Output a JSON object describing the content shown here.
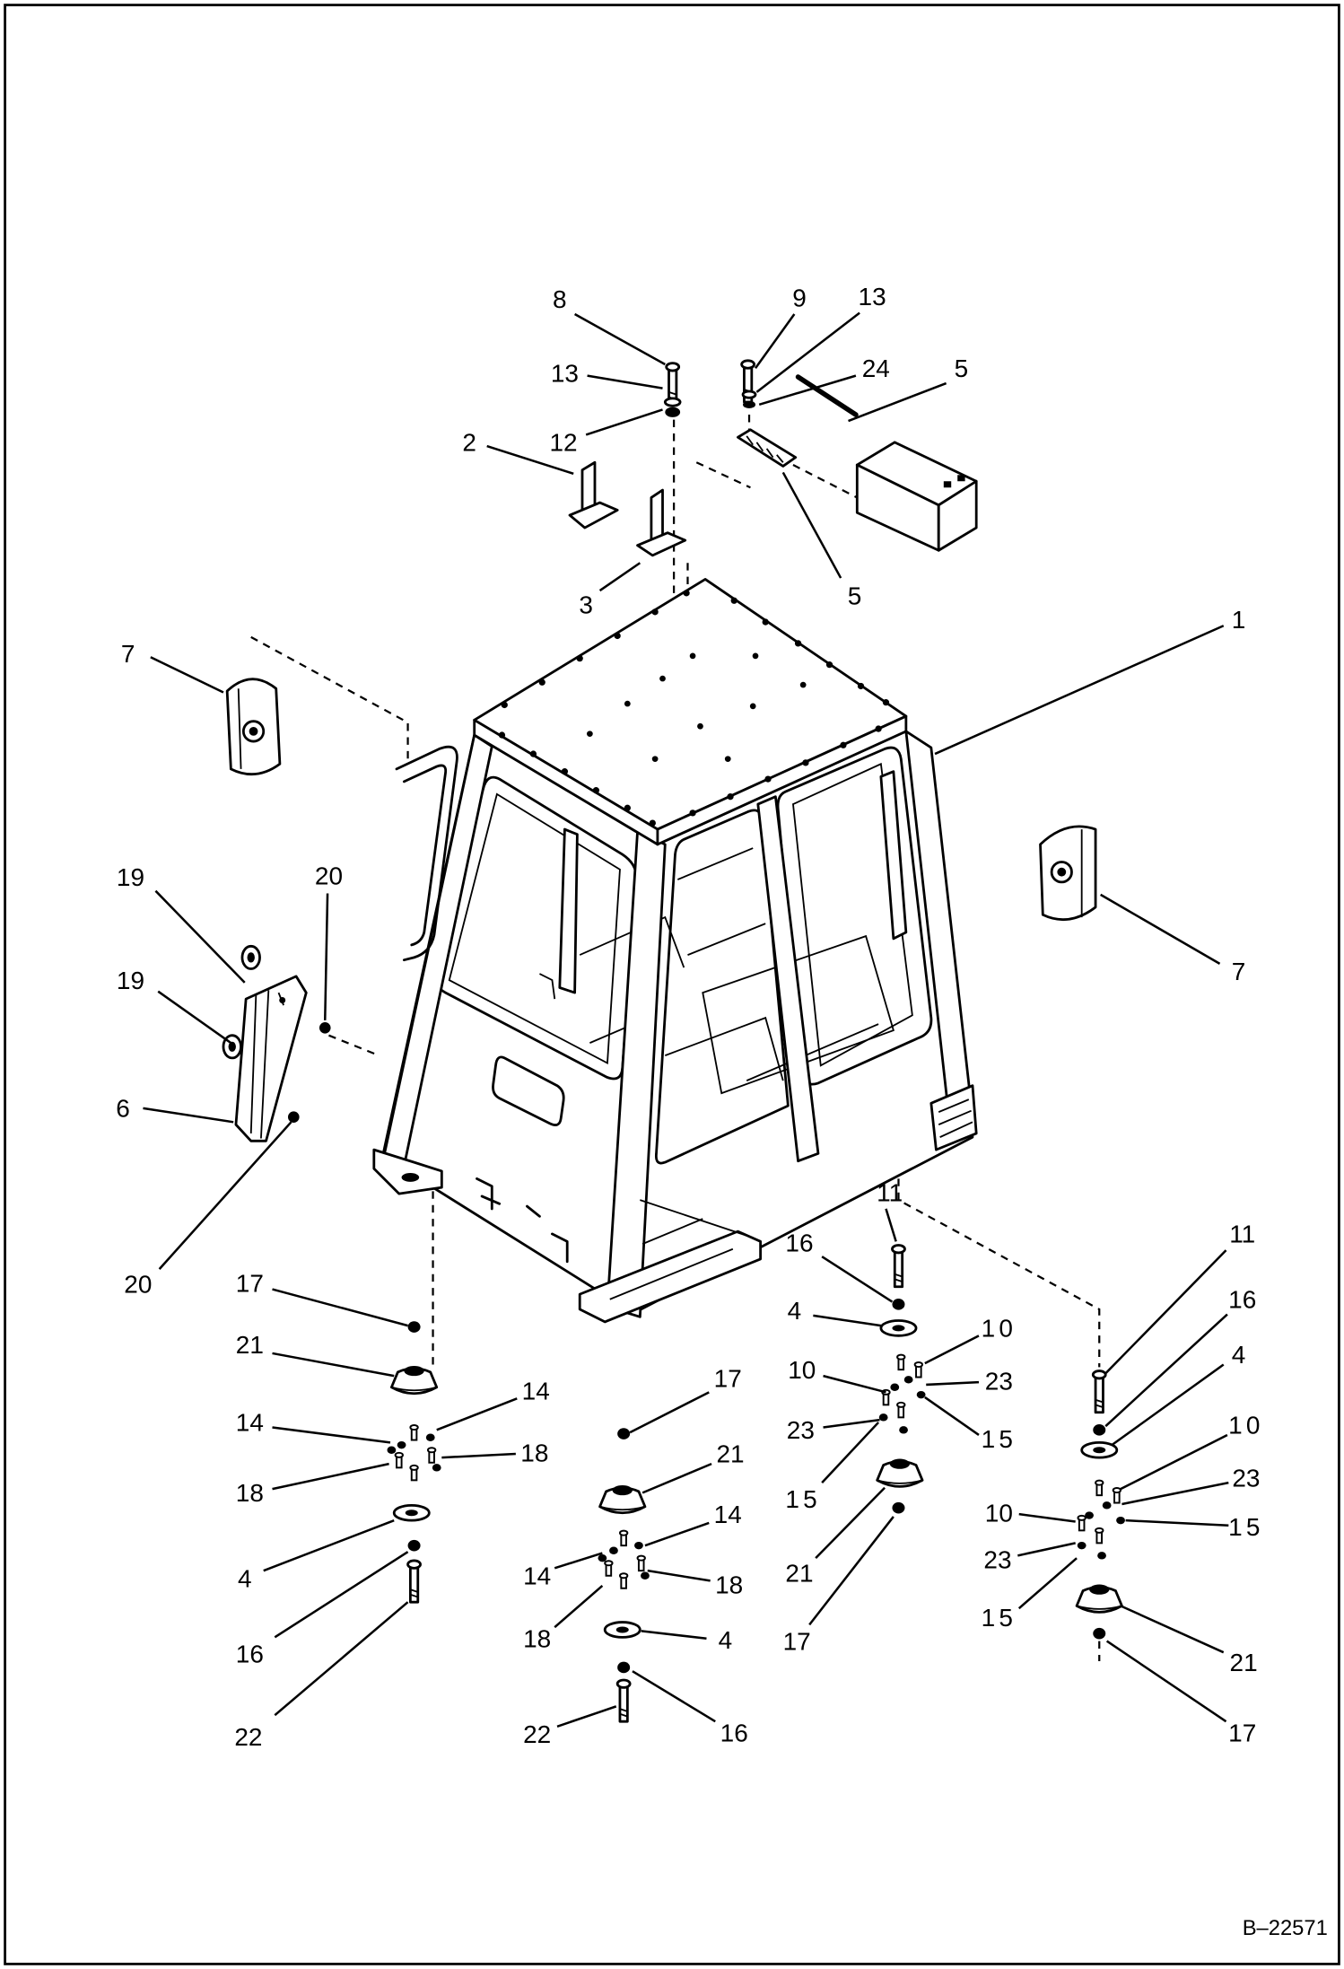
{
  "drawing_number": "B–22571",
  "callouts": [
    "8",
    "9",
    "13",
    "13",
    "24",
    "5",
    "2",
    "12",
    "3",
    "5",
    "1",
    "7",
    "7",
    "19",
    "20",
    "19",
    "6",
    "20",
    "11",
    "16",
    "11",
    "16",
    "4",
    "10",
    "4",
    "17",
    "21",
    "10",
    "23",
    "14",
    "17",
    "14",
    "10",
    "15",
    "23",
    "18",
    "21",
    "18",
    "23",
    "15",
    "14",
    "10",
    "15",
    "4",
    "14",
    "18",
    "21",
    "23",
    "18",
    "4",
    "17",
    "15",
    "16",
    "21",
    "22",
    "22",
    "16",
    "17"
  ]
}
